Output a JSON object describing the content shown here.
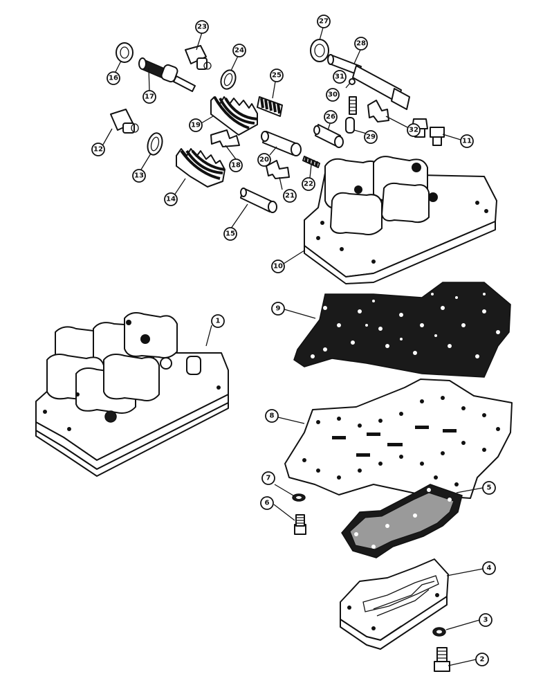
{
  "callouts": [
    {
      "id": "c27",
      "label": "27"
    },
    {
      "id": "c23",
      "label": "23"
    },
    {
      "id": "c16",
      "label": "16"
    },
    {
      "id": "c28",
      "label": "28"
    },
    {
      "id": "c24",
      "label": "24"
    },
    {
      "id": "c17",
      "label": "17"
    },
    {
      "id": "c25",
      "label": "25"
    },
    {
      "id": "c31",
      "label": "31"
    },
    {
      "id": "c30",
      "label": "30"
    },
    {
      "id": "c19",
      "label": "19"
    },
    {
      "id": "c12",
      "label": "12"
    },
    {
      "id": "c26",
      "label": "26"
    },
    {
      "id": "c32",
      "label": "32"
    },
    {
      "id": "c29",
      "label": "29"
    },
    {
      "id": "c11",
      "label": "11"
    },
    {
      "id": "c18",
      "label": "18"
    },
    {
      "id": "c20",
      "label": "20"
    },
    {
      "id": "c13",
      "label": "13"
    },
    {
      "id": "c22",
      "label": "22"
    },
    {
      "id": "c14",
      "label": "14"
    },
    {
      "id": "c21",
      "label": "21"
    },
    {
      "id": "c15",
      "label": "15"
    },
    {
      "id": "c10",
      "label": "10"
    },
    {
      "id": "c9",
      "label": "9"
    },
    {
      "id": "c1",
      "label": "1"
    },
    {
      "id": "c8",
      "label": "8"
    },
    {
      "id": "c7",
      "label": "7"
    },
    {
      "id": "c6",
      "label": "6"
    },
    {
      "id": "c5",
      "label": "5"
    },
    {
      "id": "c4",
      "label": "4"
    },
    {
      "id": "c3",
      "label": "3"
    },
    {
      "id": "c2",
      "label": "2"
    }
  ]
}
